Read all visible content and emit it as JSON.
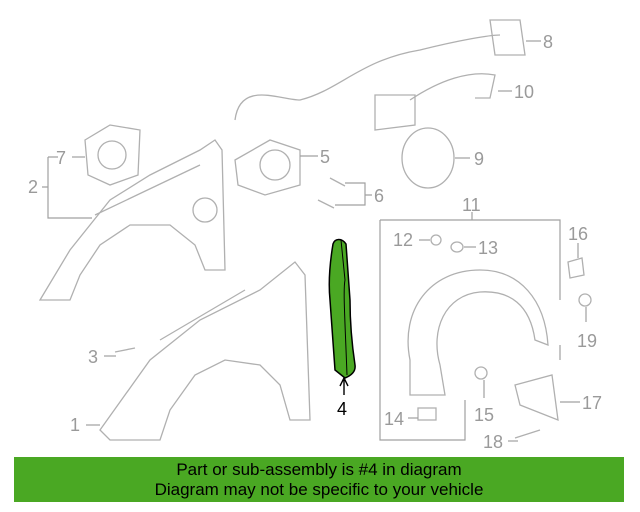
{
  "diagram": {
    "callouts": {
      "c1": "1",
      "c2": "2",
      "c3": "3",
      "c4": "4",
      "c5": "5",
      "c6": "6",
      "c7": "7",
      "c8": "8",
      "c9": "9",
      "c10": "10",
      "c11": "11",
      "c12": "12",
      "c13": "13",
      "c14": "14",
      "c15": "15",
      "c16": "16",
      "c17": "17",
      "c18": "18",
      "c19": "19"
    },
    "highlight_color": "#4aa823"
  },
  "banner": {
    "line1": "Part or sub-assembly is #4 in diagram",
    "line2": "Diagram may not be specific to your vehicle"
  }
}
